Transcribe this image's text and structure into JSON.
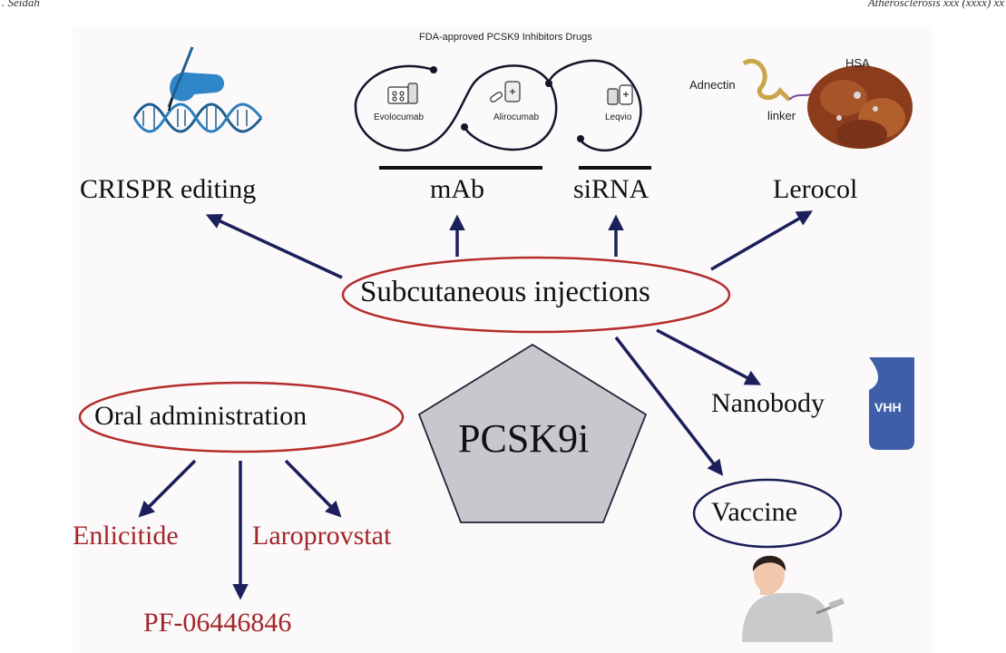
{
  "header": {
    "left": ". Seidah",
    "right": "Atherosclerosis xxx (xxxx) xx"
  },
  "title": "FDA-approved PCSK9 Inhibitors Drugs",
  "drugs": [
    "Evolocumab",
    "Alirocumab",
    "Leqvio"
  ],
  "protein": {
    "adnectin": "Adnectin",
    "hsa": "HSA",
    "linker": "linker"
  },
  "categories": {
    "crispr": "CRISPR editing",
    "mab": "mAb",
    "sirna": "siRNA",
    "lerocol": "Lerocol"
  },
  "hub": "Subcutaneous injections",
  "center": "PCSK9i",
  "nanobody": {
    "label": "Nanobody",
    "tag": "VHH"
  },
  "vaccine": "Vaccine",
  "oral": {
    "label": "Oral administration",
    "items": [
      "Enlicitide",
      "Laroprovstat",
      "PF-06446846"
    ]
  },
  "colors": {
    "arrow": "#1b1f5a",
    "ellipse_red": "#b52d2d",
    "ellipse_navy": "#1b1f5a",
    "drug_red": "#a3262a",
    "vhh": "#3e5fa8",
    "dna": "#1f5e8e"
  }
}
